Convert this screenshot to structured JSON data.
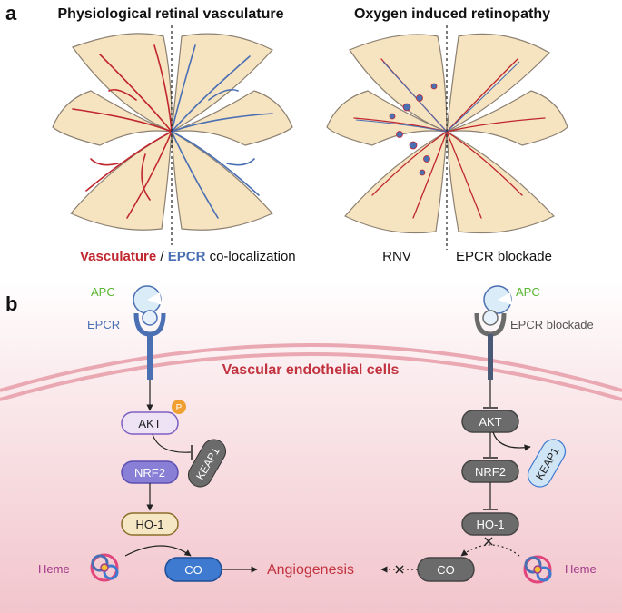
{
  "panel_a": {
    "label": "a",
    "left_title": "Physiological retinal vasculature",
    "right_title": "Oxygen induced retinopathy",
    "legend_vasculature": "Vasculature",
    "legend_slash": " / ",
    "legend_epcr": "EPCR",
    "legend_rest": " co-localization",
    "rnv_label": "RNV",
    "blockade_label": "EPCR blockade"
  },
  "panel_b": {
    "label": "b",
    "cell_label": "Vascular endothelial cells",
    "left": {
      "apc": "APC",
      "epcr": "EPCR",
      "akt": "AKT",
      "phospho": "P",
      "keap1": "KEAP1",
      "nrf2": "NRF2",
      "ho1": "HO-1",
      "heme": "Heme",
      "co": "CO"
    },
    "center": {
      "angiogenesis": "Angiogenesis"
    },
    "right": {
      "apc": "APC",
      "epcr_blockade": "EPCR blockade",
      "akt": "AKT",
      "keap1": "KEAP1",
      "nrf2": "NRF2",
      "ho1": "HO-1",
      "heme": "Heme",
      "co": "CO"
    }
  },
  "colors": {
    "vessel_red": "#c0262d",
    "epcr_blue": "#4a6fb3",
    "apc_green": "#5ab532",
    "heme_purple": "#a23a8a",
    "retina_fill": "#f6e3c0",
    "akt_fill": "#ede3f5",
    "nrf2_fill": "#8a7fd6",
    "ho1_fill": "#f5e6c4",
    "co_fill": "#3d7ad0",
    "blocked_grey": "#6b6b6b",
    "keap1_blue": "#cfe4f5",
    "phospho_orange": "#f0a030"
  }
}
